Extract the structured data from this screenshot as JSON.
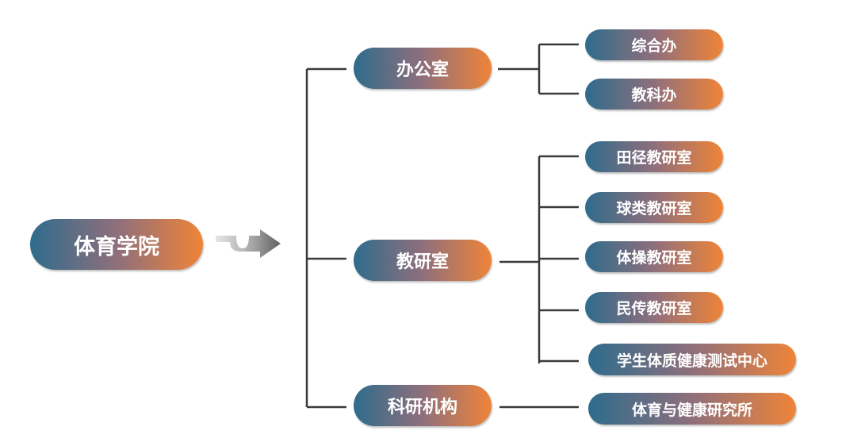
{
  "root": {
    "label": "体育学院"
  },
  "branches": [
    {
      "label": "办公室",
      "children": [
        "综合办",
        "教科办"
      ]
    },
    {
      "label": "教研室",
      "children": [
        "田径教研室",
        "球类教研室",
        "体操教研室",
        "民传教研室",
        "学生体质健康测试中心"
      ]
    },
    {
      "label": "科研机构",
      "children": [
        "体育与健康研究所"
      ]
    }
  ],
  "colors": {
    "gradient_start": "#2e6c8c",
    "gradient_end": "#ef8438",
    "connector": "#3a3a3a"
  }
}
